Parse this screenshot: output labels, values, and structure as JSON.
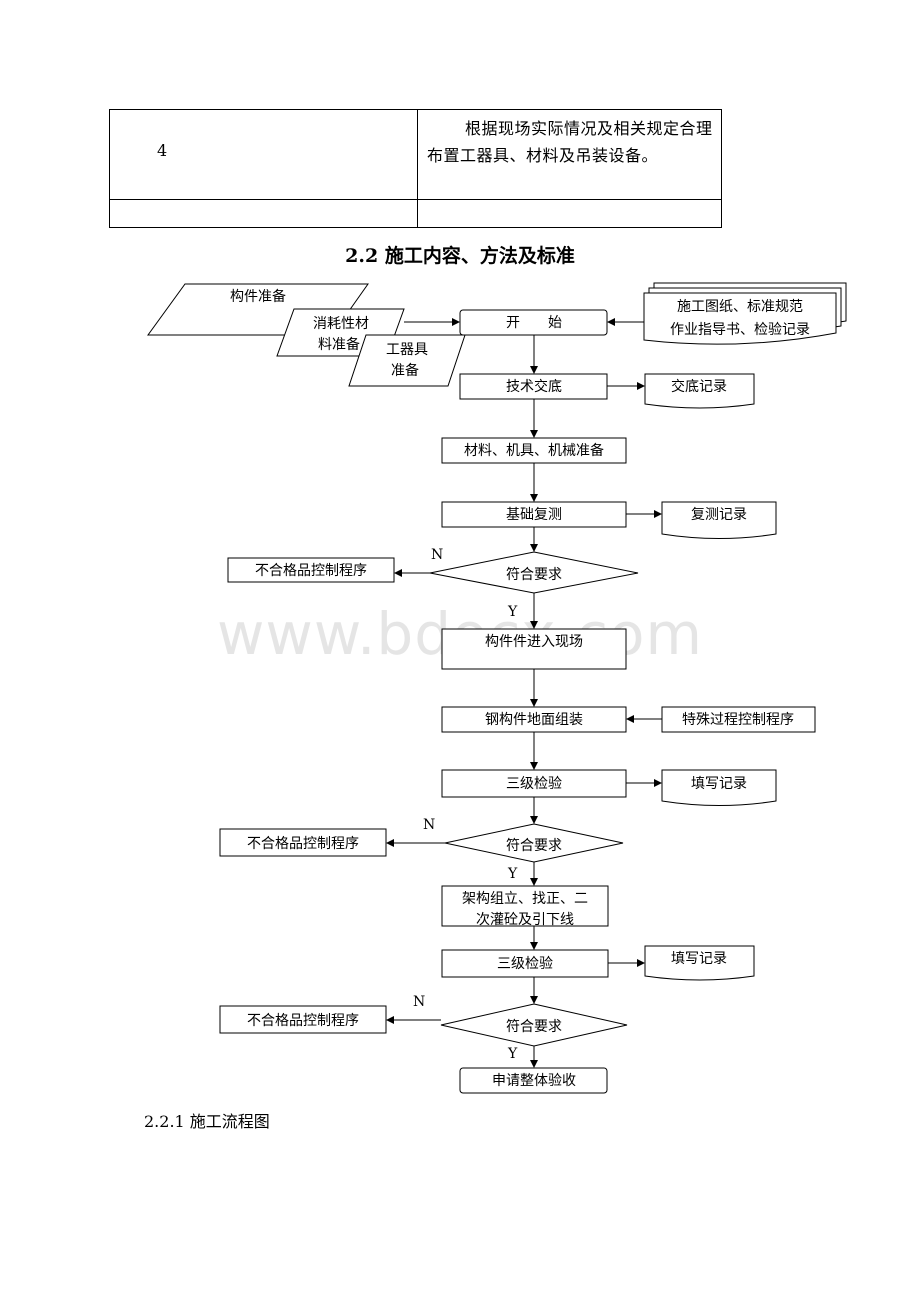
{
  "table": {
    "row1_num": "4",
    "row1_text": "根据现场实际情况及相关规定合理布置工器具、材料及吊装设备。"
  },
  "section_title": "2.2 施工内容、方法及标准",
  "watermark": "www.bdocx.com",
  "caption": "2.2.1 施工流程图",
  "flow": {
    "inputs": {
      "components": "构件准备",
      "consumables_1": "消耗性材",
      "consumables_2": "料准备",
      "tools_1": "工器具",
      "tools_2": "准备"
    },
    "docs": {
      "line1": "施工图纸、标准规范",
      "line2": "作业指导书、检验记录"
    },
    "start": "开　　始",
    "tech_brief": "技术交底",
    "brief_record": "交底记录",
    "material_prep": "材料、机具、机械准备",
    "foundation_recheck": "基础复测",
    "recheck_record": "复测记录",
    "decision1": "符合要求",
    "reject1": "不合格品控制程序",
    "n1": "N",
    "y1": "Y",
    "enter_site": "构件件进入现场",
    "ground_assembly": "钢构件地面组装",
    "special_process": "特殊过程控制程序",
    "inspect1": "三级检验",
    "fill_record1": "填写记录",
    "decision2": "符合要求",
    "reject2": "不合格品控制程序",
    "n2": "N",
    "y2": "Y",
    "erect_line1": "架构组立、找正、二",
    "erect_line2": "次灌砼及引下线",
    "inspect2": "三级检验",
    "fill_record2": "填写记录",
    "decision3": "符合要求",
    "reject3": "不合格品控制程序",
    "n3": "N",
    "y3": "Y",
    "final_accept": "申请整体验收"
  }
}
